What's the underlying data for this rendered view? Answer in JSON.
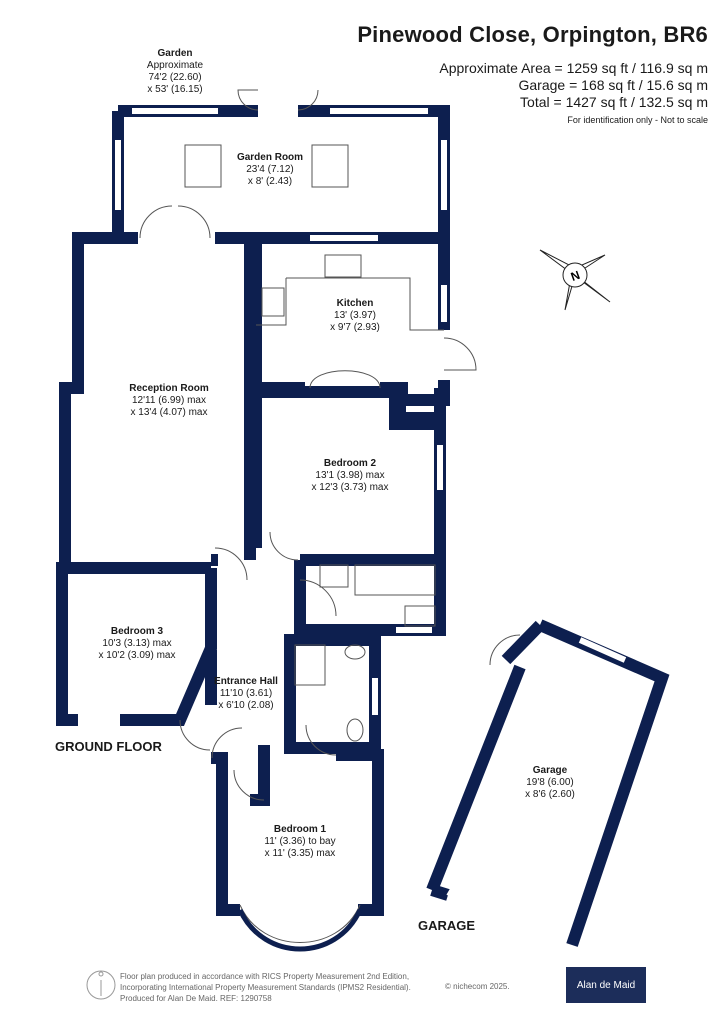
{
  "header": {
    "title": "Pinewood Close, Orpington, BR6",
    "approx_area": "Approximate Area = 1259 sq ft / 116.9 sq m",
    "garage_area": "Garage = 168 sq ft / 15.6 sq m",
    "total_area": "Total = 1427 sq ft / 132.5 sq m",
    "disclaimer": "For identification only - Not to scale"
  },
  "rooms": {
    "garden": {
      "name": "Garden",
      "line1": "Approximate",
      "line2": "74'2 (22.60)",
      "line3": "x 53' (16.15)"
    },
    "garden_room": {
      "name": "Garden Room",
      "line1": "23'4 (7.12)",
      "line2": "x 8' (2.43)"
    },
    "kitchen": {
      "name": "Kitchen",
      "line1": "13' (3.97)",
      "line2": "x 9'7 (2.93)"
    },
    "reception": {
      "name": "Reception Room",
      "line1": "12'11 (6.99) max",
      "line2": "x 13'4 (4.07) max"
    },
    "bedroom2": {
      "name": "Bedroom 2",
      "line1": "13'1 (3.98) max",
      "line2": "x 12'3 (3.73) max"
    },
    "bedroom3": {
      "name": "Bedroom 3",
      "line1": "10'3 (3.13) max",
      "line2": "x 10'2 (3.09) max"
    },
    "entrance": {
      "name": "Entrance Hall",
      "line1": "11'10 (3.61)",
      "line2": "x 6'10 (2.08)"
    },
    "bedroom1": {
      "name": "Bedroom 1",
      "line1": "11' (3.36) to bay",
      "line2": "x 11' (3.35) max"
    },
    "garage": {
      "name": "Garage",
      "line1": "19'8 (6.00)",
      "line2": "x 8'6 (2.60)"
    }
  },
  "floor_labels": {
    "ground": "GROUND FLOOR",
    "garage": "GARAGE"
  },
  "compass": {
    "letter": "N"
  },
  "footer": {
    "line1": "Floor plan produced in accordance with RICS Property Measurement 2nd Edition,",
    "line2": "Incorporating International Property Measurement Standards (IPMS2 Residential).",
    "line3": "Produced for Alan De Maid.   REF: 1290758",
    "copyright": "© nichecom 2025.",
    "brand": "Alan de Maid"
  },
  "colors": {
    "wall": "#0d1f4f",
    "window": "#ffffff",
    "text": "#1a1a1a"
  }
}
